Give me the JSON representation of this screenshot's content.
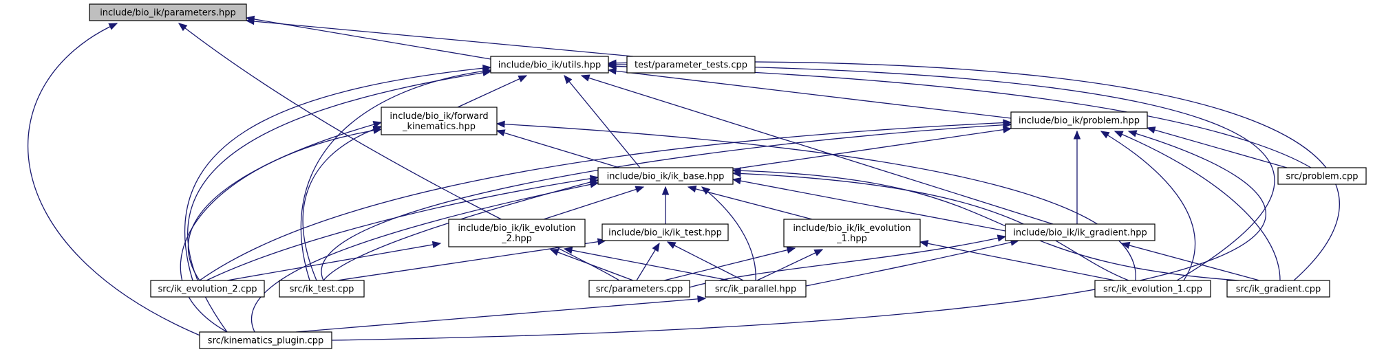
{
  "diagram": {
    "type": "include-dependency-graph",
    "colors": {
      "edge": "#191970",
      "node_border": "#000000",
      "node_fill": "#ffffff",
      "root_fill": "#bfbfbf"
    },
    "nodes": [
      {
        "id": "parameters_hpp",
        "lines": [
          "include/bio_ik/parameters.hpp"
        ],
        "root": true
      },
      {
        "id": "utils_hpp",
        "lines": [
          "include/bio_ik/utils.hpp"
        ]
      },
      {
        "id": "parameter_tests_cpp",
        "lines": [
          "test/parameter_tests.cpp"
        ]
      },
      {
        "id": "forward_kinematics_hpp",
        "lines": [
          "include/bio_ik/forward",
          "_kinematics.hpp"
        ]
      },
      {
        "id": "problem_hpp",
        "lines": [
          "include/bio_ik/problem.hpp"
        ]
      },
      {
        "id": "ik_base_hpp",
        "lines": [
          "include/bio_ik/ik_base.hpp"
        ]
      },
      {
        "id": "problem_cpp",
        "lines": [
          "src/problem.cpp"
        ]
      },
      {
        "id": "ik_evolution_2_hpp",
        "lines": [
          "include/bio_ik/ik_evolution",
          "_2.hpp"
        ]
      },
      {
        "id": "ik_test_hpp",
        "lines": [
          "include/bio_ik/ik_test.hpp"
        ]
      },
      {
        "id": "ik_evolution_1_hpp",
        "lines": [
          "include/bio_ik/ik_evolution",
          "_1.hpp"
        ]
      },
      {
        "id": "ik_gradient_hpp",
        "lines": [
          "include/bio_ik/ik_gradient.hpp"
        ]
      },
      {
        "id": "ik_evolution_2_cpp",
        "lines": [
          "src/ik_evolution_2.cpp"
        ]
      },
      {
        "id": "ik_test_cpp",
        "lines": [
          "src/ik_test.cpp"
        ]
      },
      {
        "id": "parameters_cpp",
        "lines": [
          "src/parameters.cpp"
        ]
      },
      {
        "id": "ik_parallel_hpp",
        "lines": [
          "src/ik_parallel.hpp"
        ]
      },
      {
        "id": "ik_evolution_1_cpp",
        "lines": [
          "src/ik_evolution_1.cpp"
        ]
      },
      {
        "id": "ik_gradient_cpp",
        "lines": [
          "src/ik_gradient.cpp"
        ]
      },
      {
        "id": "kinematics_plugin_cpp",
        "lines": [
          "src/kinematics_plugin.cpp"
        ]
      }
    ],
    "edges": [
      {
        "from": "utils_hpp",
        "to": "parameters_hpp"
      },
      {
        "from": "parameter_tests_cpp",
        "to": "parameters_hpp"
      },
      {
        "from": "parameters_cpp",
        "to": "parameters_hpp"
      },
      {
        "from": "kinematics_plugin_cpp",
        "to": "parameters_hpp"
      },
      {
        "from": "forward_kinematics_hpp",
        "to": "utils_hpp"
      },
      {
        "from": "problem_hpp",
        "to": "utils_hpp"
      },
      {
        "from": "ik_base_hpp",
        "to": "utils_hpp"
      },
      {
        "from": "ik_gradient_hpp",
        "to": "utils_hpp"
      },
      {
        "from": "ik_evolution_2_cpp",
        "to": "utils_hpp"
      },
      {
        "from": "ik_test_cpp",
        "to": "utils_hpp"
      },
      {
        "from": "kinematics_plugin_cpp",
        "to": "utils_hpp"
      },
      {
        "from": "problem_cpp",
        "to": "utils_hpp"
      },
      {
        "from": "ik_evolution_1_cpp",
        "to": "utils_hpp"
      },
      {
        "from": "ik_gradient_cpp",
        "to": "utils_hpp"
      },
      {
        "from": "ik_base_hpp",
        "to": "forward_kinematics_hpp"
      },
      {
        "from": "ik_evolution_2_cpp",
        "to": "forward_kinematics_hpp"
      },
      {
        "from": "ik_test_cpp",
        "to": "forward_kinematics_hpp"
      },
      {
        "from": "kinematics_plugin_cpp",
        "to": "forward_kinematics_hpp"
      },
      {
        "from": "ik_evolution_1_cpp",
        "to": "forward_kinematics_hpp"
      },
      {
        "from": "ik_base_hpp",
        "to": "problem_hpp"
      },
      {
        "from": "problem_cpp",
        "to": "problem_hpp"
      },
      {
        "from": "ik_gradient_hpp",
        "to": "problem_hpp"
      },
      {
        "from": "ik_evolution_2_cpp",
        "to": "problem_hpp"
      },
      {
        "from": "ik_test_cpp",
        "to": "problem_hpp"
      },
      {
        "from": "ik_evolution_1_cpp",
        "to": "problem_hpp"
      },
      {
        "from": "ik_gradient_cpp",
        "to": "problem_hpp"
      },
      {
        "from": "kinematics_plugin_cpp",
        "to": "problem_hpp"
      },
      {
        "from": "ik_evolution_2_hpp",
        "to": "ik_base_hpp"
      },
      {
        "from": "ik_test_hpp",
        "to": "ik_base_hpp"
      },
      {
        "from": "ik_evolution_1_hpp",
        "to": "ik_base_hpp"
      },
      {
        "from": "ik_gradient_hpp",
        "to": "ik_base_hpp"
      },
      {
        "from": "ik_evolution_2_cpp",
        "to": "ik_base_hpp"
      },
      {
        "from": "ik_test_cpp",
        "to": "ik_base_hpp"
      },
      {
        "from": "ik_parallel_hpp",
        "to": "ik_base_hpp"
      },
      {
        "from": "kinematics_plugin_cpp",
        "to": "ik_base_hpp"
      },
      {
        "from": "ik_evolution_1_cpp",
        "to": "ik_base_hpp"
      },
      {
        "from": "ik_gradient_cpp",
        "to": "ik_base_hpp"
      },
      {
        "from": "ik_evolution_2_cpp",
        "to": "ik_evolution_2_hpp"
      },
      {
        "from": "parameters_cpp",
        "to": "ik_evolution_2_hpp"
      },
      {
        "from": "ik_parallel_hpp",
        "to": "ik_evolution_2_hpp"
      },
      {
        "from": "ik_test_cpp",
        "to": "ik_test_hpp"
      },
      {
        "from": "parameters_cpp",
        "to": "ik_test_hpp"
      },
      {
        "from": "ik_parallel_hpp",
        "to": "ik_test_hpp"
      },
      {
        "from": "parameters_cpp",
        "to": "ik_evolution_1_hpp"
      },
      {
        "from": "ik_parallel_hpp",
        "to": "ik_evolution_1_hpp"
      },
      {
        "from": "ik_evolution_1_cpp",
        "to": "ik_evolution_1_hpp"
      },
      {
        "from": "parameters_cpp",
        "to": "ik_gradient_hpp"
      },
      {
        "from": "ik_parallel_hpp",
        "to": "ik_gradient_hpp"
      },
      {
        "from": "ik_gradient_cpp",
        "to": "ik_gradient_hpp"
      },
      {
        "from": "kinematics_plugin_cpp",
        "to": "ik_parallel_hpp"
      }
    ]
  }
}
